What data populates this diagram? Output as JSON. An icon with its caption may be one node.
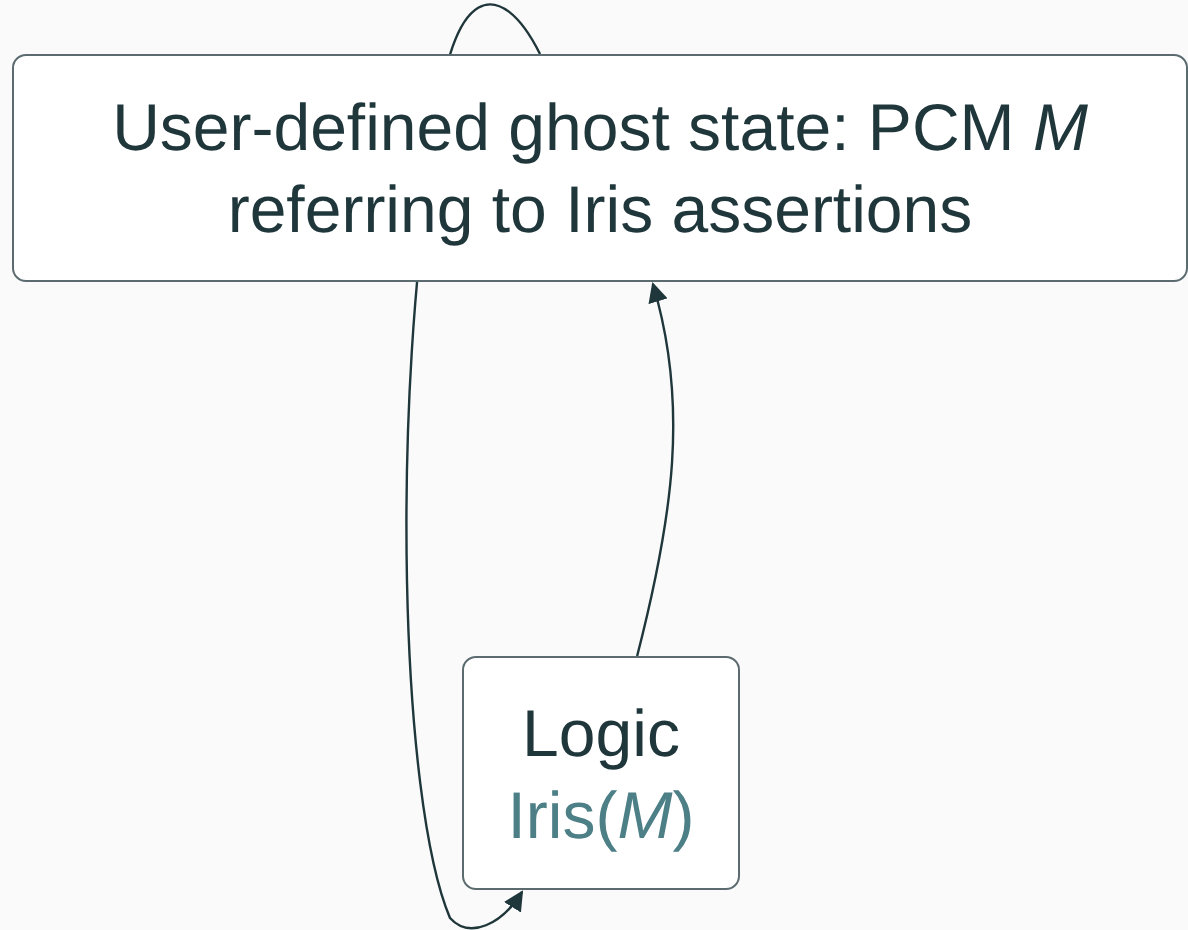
{
  "diagram": {
    "nodes": [
      {
        "text": [
          "User-defined ghost state: PCM *M* referring to Iris assertions"
        ]
      },
      {
        "text": [
          "Logic",
          "Iris(*M*)"
        ]
      }
    ],
    "edges": [
      {
        "from": 1,
        "to": 0,
        "arrow": "to"
      },
      {
        "from": 0,
        "to": 1,
        "arrow": "to"
      }
    ]
  }
}
